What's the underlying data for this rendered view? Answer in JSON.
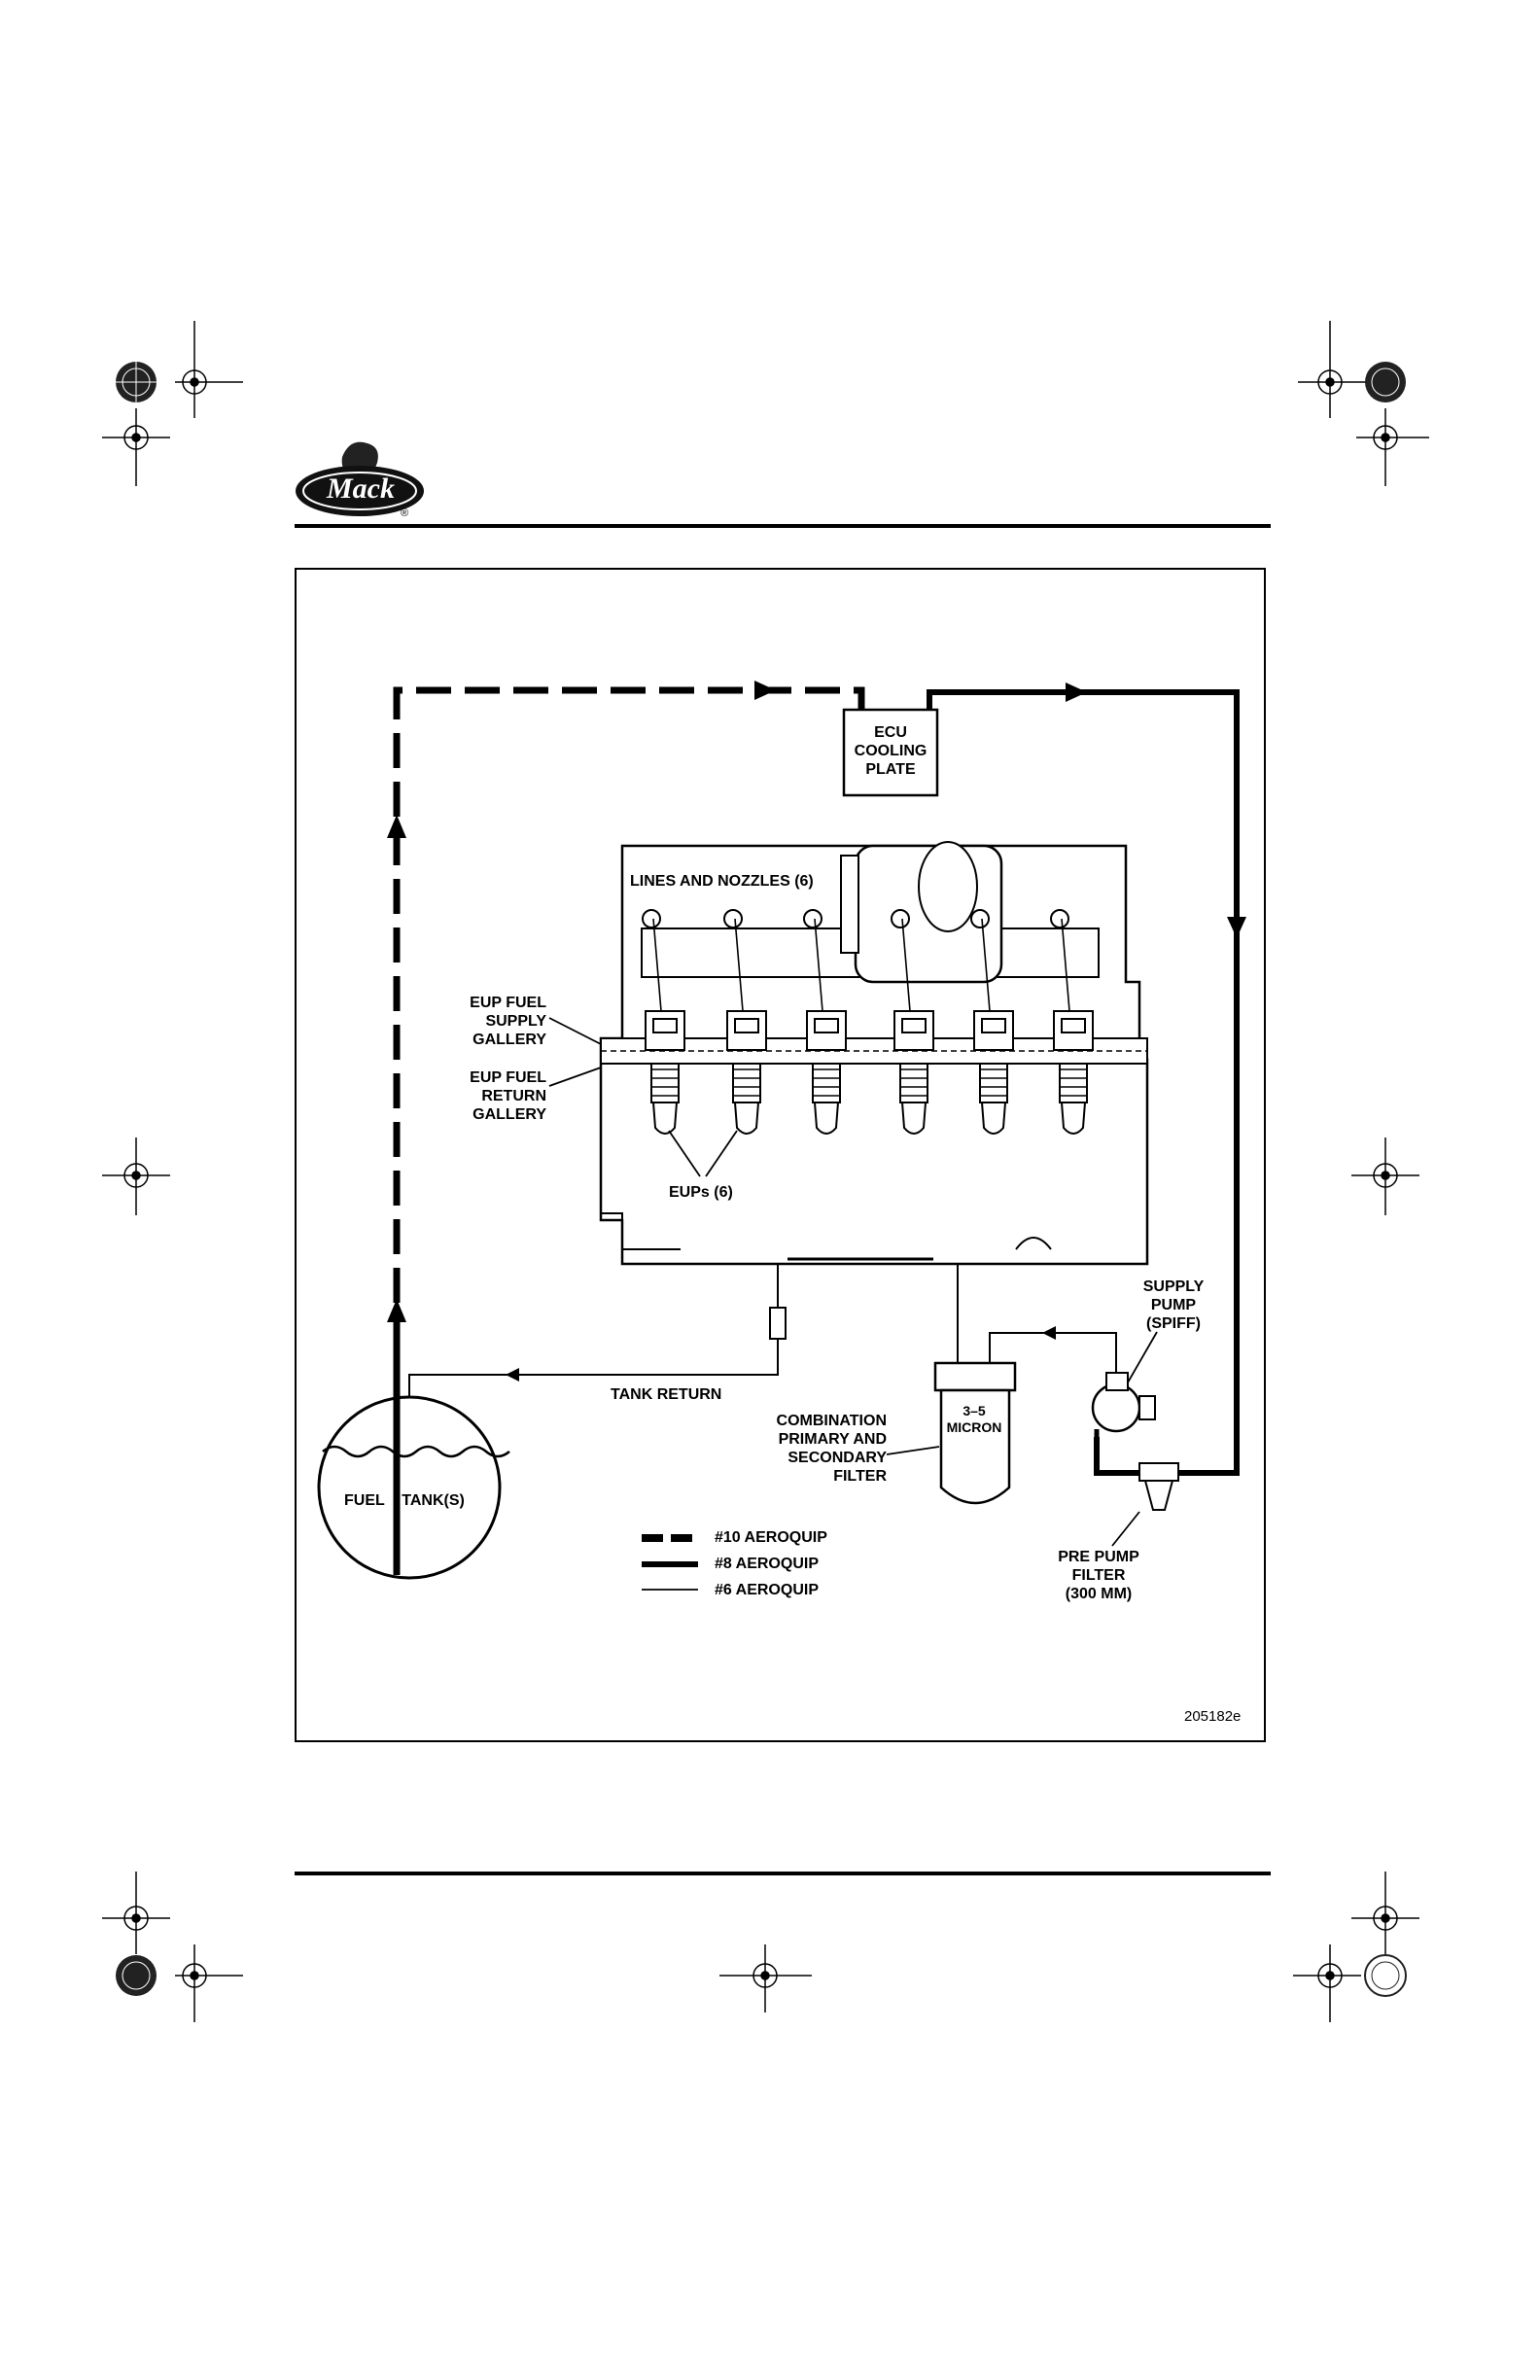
{
  "header": {
    "logo_text": "Mack",
    "logo_mark": "®"
  },
  "diagram": {
    "labels": {
      "ecu": "ECU\nCOOLING\nPLATE",
      "lines_nozzles": "LINES AND NOZZLES (6)",
      "eup_supply": "EUP FUEL\nSUPPLY\nGALLERY",
      "eup_return": "EUP FUEL\nRETURN\nGALLERY",
      "eups": "EUPs (6)",
      "supply_pump": "SUPPLY\nPUMP\n(SPIFF)",
      "tank_return": "TANK RETURN",
      "combination_filter": "COMBINATION\nPRIMARY AND\nSECONDARY\nFILTER",
      "micron": "3–5\nMICRON",
      "fuel_tank": "FUEL    TANK(S)",
      "pre_pump": "PRE PUMP\nFILTER\n(300 MM)"
    },
    "legend": [
      {
        "style": "dashed",
        "label": "#10 AEROQUIP"
      },
      {
        "style": "thick",
        "label": "#8 AEROQUIP"
      },
      {
        "style": "thin",
        "label": "#6 AEROQUIP"
      }
    ],
    "figure_id": "205182e"
  }
}
